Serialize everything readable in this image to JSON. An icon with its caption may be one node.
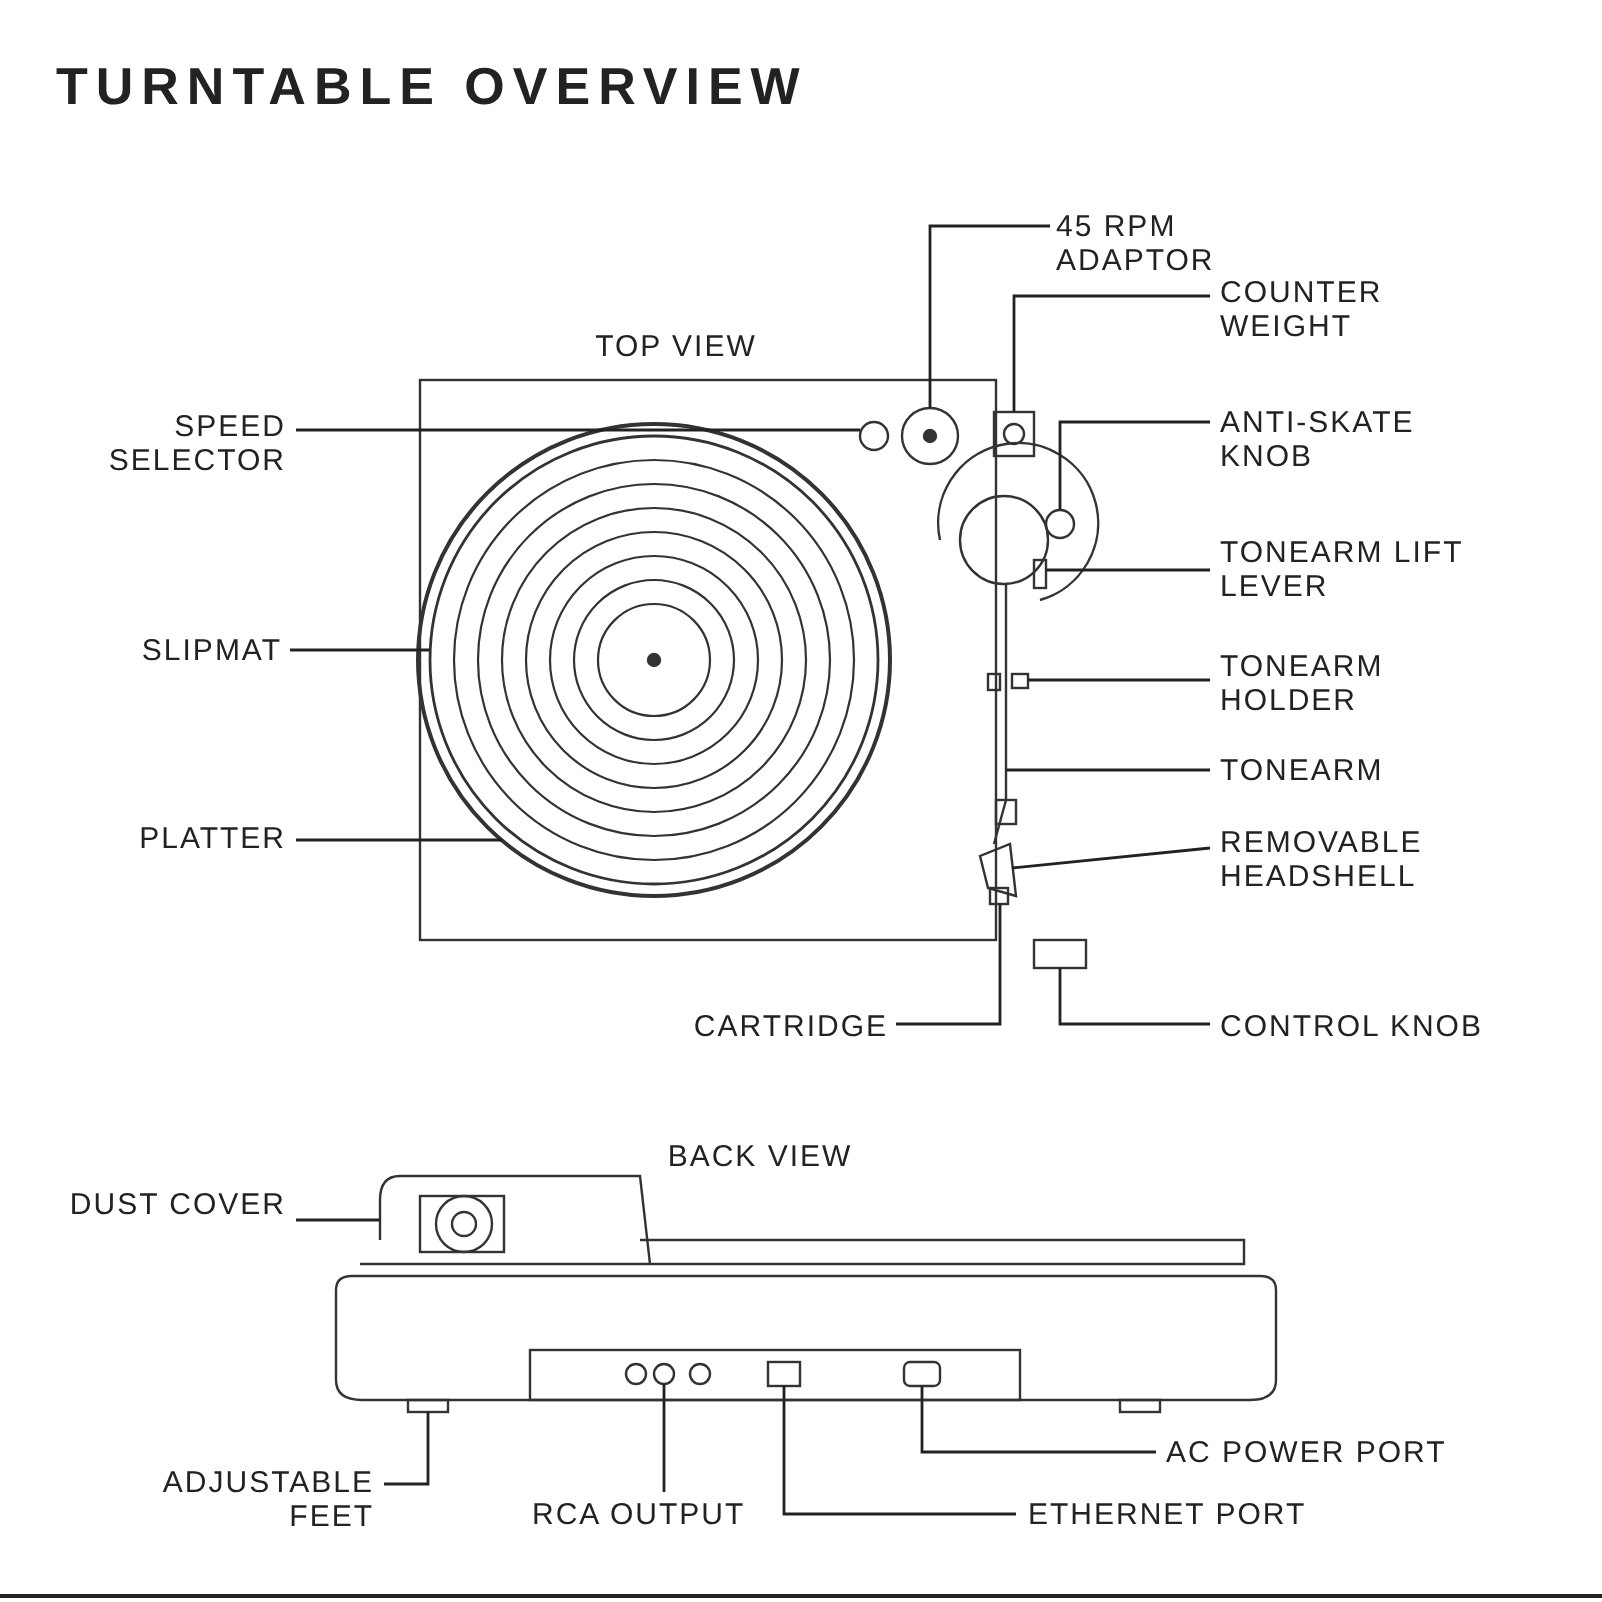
{
  "diagram": {
    "title": "TURNTABLE OVERVIEW",
    "nodes": [
      {
        "text": [
          "45 RPM ADAPTOR"
        ]
      },
      {
        "text": [
          "COUNTER WEIGHT"
        ]
      },
      {
        "text": [
          "SPEED SELECTOR"
        ]
      },
      {
        "text": [
          "ANTI-SKATE KNOB"
        ]
      },
      {
        "text": [
          "TONEARM LIFT LEVER"
        ]
      },
      {
        "text": [
          "SLIPMAT"
        ]
      },
      {
        "text": [
          "TONEARM HOLDER"
        ]
      },
      {
        "text": [
          "TONEARM"
        ]
      },
      {
        "text": [
          "PLATTER"
        ]
      },
      {
        "text": [
          "REMOVABLE HEADSHELL"
        ]
      },
      {
        "text": [
          "CARTRIDGE"
        ]
      },
      {
        "text": [
          "CONTROL KNOB"
        ]
      },
      {
        "text": [
          "DUST COVER"
        ]
      },
      {
        "text": [
          "ADJUSTABLE FEET"
        ]
      },
      {
        "text": [
          "AC POWER PORT"
        ]
      },
      {
        "text": [
          "RCA OUTPUT"
        ]
      },
      {
        "text": [
          "ETHERNET PORT"
        ]
      },
      {
        "text": [],
        "shape": "circle"
      },
      {
        "text": [],
        "shape": "box"
      },
      {
        "text": [],
        "shape": "circle"
      },
      {
        "text": [],
        "shape": "circle"
      },
      {
        "text": [],
        "shape": "box"
      },
      {
        "text": [],
        "shape": "circle"
      },
      {
        "text": [],
        "shape": "box"
      },
      {
        "text": [],
        "shape": "bar"
      },
      {
        "text": [],
        "shape": "circle"
      },
      {
        "text": [],
        "shape": "box"
      },
      {
        "text": [],
        "shape": "box"
      },
      {
        "text": [],
        "shape": "box"
      },
      {
        "text": [],
        "shape": "box"
      },
      {
        "text": [],
        "shape": "box"
      },
      {
        "text": [],
        "shape": "box"
      },
      {
        "text": [],
        "shape": "circle"
      },
      {
        "text": [],
        "shape": "box"
      }
    ],
    "edges": [
      {
        "from": 0,
        "to": 17,
        "arrow": "none"
      },
      {
        "from": 1,
        "to": 18,
        "arrow": "none"
      },
      {
        "from": 2,
        "to": 19,
        "arrow": "none"
      },
      {
        "from": 3,
        "to": 20,
        "arrow": "none"
      },
      {
        "from": 4,
        "to": 21,
        "arrow": "none"
      },
      {
        "from": 5,
        "to": 22,
        "arrow": "none"
      },
      {
        "from": 6,
        "to": 23,
        "arrow": "none"
      },
      {
        "from": 7,
        "to": 24,
        "arrow": "none"
      },
      {
        "from": 8,
        "to": 25,
        "arrow": "none"
      },
      {
        "from": 9,
        "to": 26,
        "arrow": "none"
      },
      {
        "from": 10,
        "to": 27,
        "arrow": "none"
      },
      {
        "from": 11,
        "to": 28,
        "arrow": "none"
      },
      {
        "from": 12,
        "to": 29,
        "arrow": "none"
      },
      {
        "from": 13,
        "to": 30,
        "arrow": "none"
      },
      {
        "from": 14,
        "to": 31,
        "arrow": "none"
      },
      {
        "from": 15,
        "to": 32,
        "arrow": "none"
      },
      {
        "from": 16,
        "to": 33,
        "arrow": "none"
      }
    ],
    "labels": [
      "TOP VIEW",
      "BACK VIEW"
    ]
  }
}
